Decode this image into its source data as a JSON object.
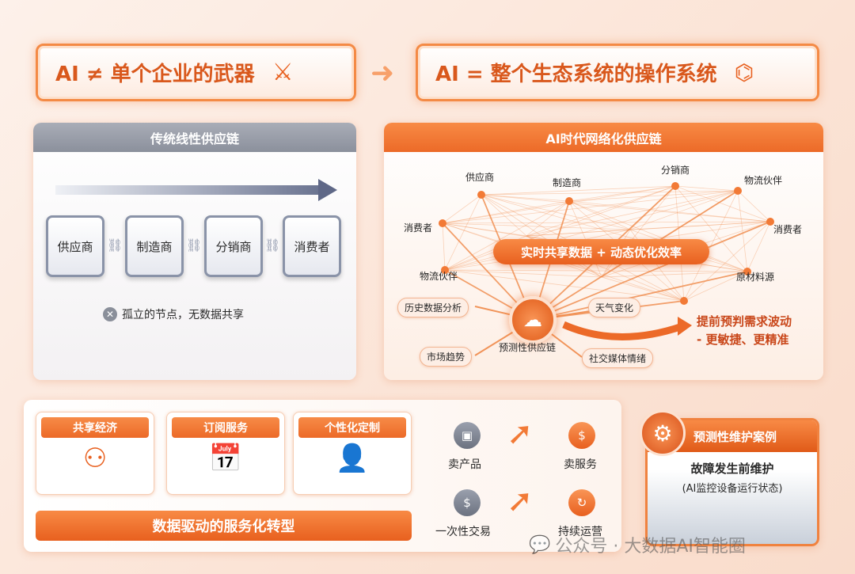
{
  "top": {
    "left_banner": "AI ≠ 单个企业的武器",
    "right_banner": "AI = 整个生态系统的操作系统"
  },
  "traditional": {
    "title": "传统线性供应链",
    "nodes": [
      "供应商",
      "制造商",
      "分销商",
      "消费者"
    ],
    "note": "孤立的节点，无数据共享"
  },
  "network": {
    "title": "AI时代网络化供应链",
    "nodes": [
      "供应商",
      "制造商",
      "分销商",
      "物流伙伴",
      "消费者",
      "物流伙伴",
      "消费者",
      "原材料源"
    ],
    "center_banner": "实时共享数据 + 动态优化效率",
    "inputs": [
      "历史数据分析",
      "天气变化",
      "市场趋势",
      "社交媒体情绪"
    ],
    "hub_label": "预测性供应链",
    "result": [
      "提前预判需求波动",
      "- 更敏捷、更精准"
    ]
  },
  "service": {
    "cards": [
      "共享经济",
      "订阅服务",
      "个性化定制"
    ],
    "banner": "数据驱动的服务化转型",
    "from": [
      "卖产品",
      "一次性交易"
    ],
    "to": [
      "卖服务",
      "持续运营"
    ]
  },
  "maintenance": {
    "title": "预测性维护案例",
    "headline": "故障发生前维护",
    "sub": "(AI监控设备运行状态)"
  },
  "watermark": "公众号 · 大数据AI智能圈",
  "colors": {
    "accent": "#ec6a28",
    "gray": "#8a93a8"
  }
}
